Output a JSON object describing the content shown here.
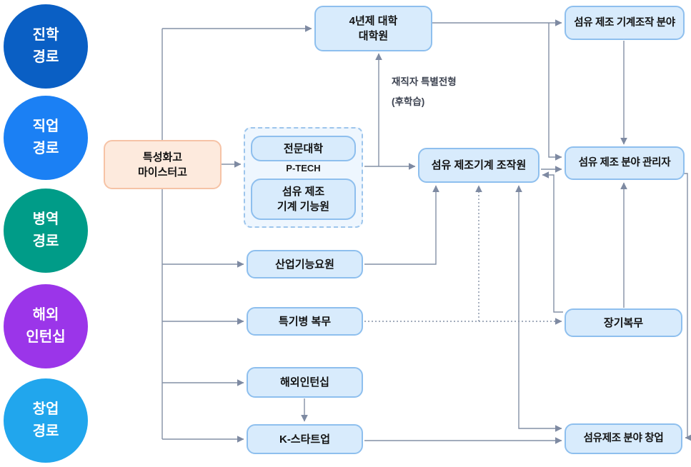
{
  "legend": [
    {
      "line1": "진학",
      "line2": "경로",
      "color": "#0a5fc4"
    },
    {
      "line1": "직업",
      "line2": "경로",
      "color": "#1b80f4"
    },
    {
      "line1": "병역",
      "line2": "경로",
      "color": "#009c88"
    },
    {
      "line1": "해외",
      "line2": "인턴십",
      "color": "#9b35e9"
    },
    {
      "line1": "창업",
      "line2": "경로",
      "color": "#21a6ed"
    }
  ],
  "nodes": {
    "highschool": {
      "line1": "특성화고",
      "line2": "마이스터고"
    },
    "university": {
      "line1": "4년제 대학",
      "line2": "대학원"
    },
    "special_admission_note": {
      "line1": "재직자 특별전형",
      "line2": "(후학습)"
    },
    "junior_college": "전문대학",
    "ptech": "P-TECH",
    "machine_technician": {
      "line1": "섬유 제조",
      "line2": "기계 기능원"
    },
    "operator": "섬유 제조기계 조작원",
    "machine_operation_field": "섬유 제조 기계조작 분야",
    "manager": "섬유 제조 분야 관리자",
    "industrial_personnel": "산업기능요원",
    "specialty_soldier": "특기병 복무",
    "longterm_service": "장기복무",
    "overseas_internship": "해외인턴십",
    "k_startup": "K-스타트업",
    "startup_field": "섬유제조 분야 창업"
  },
  "colors": {
    "box_fill": "#d8ebfc",
    "box_border": "#8ebfee",
    "peach_fill": "#fdeadd",
    "peach_border": "#f6c3a6",
    "dashed_container_fill": "#eef6fe",
    "dashed_container_border": "#9dc5ec",
    "edge_line": "#8490a6",
    "text": "#121212",
    "note_text": "#3c4250"
  }
}
